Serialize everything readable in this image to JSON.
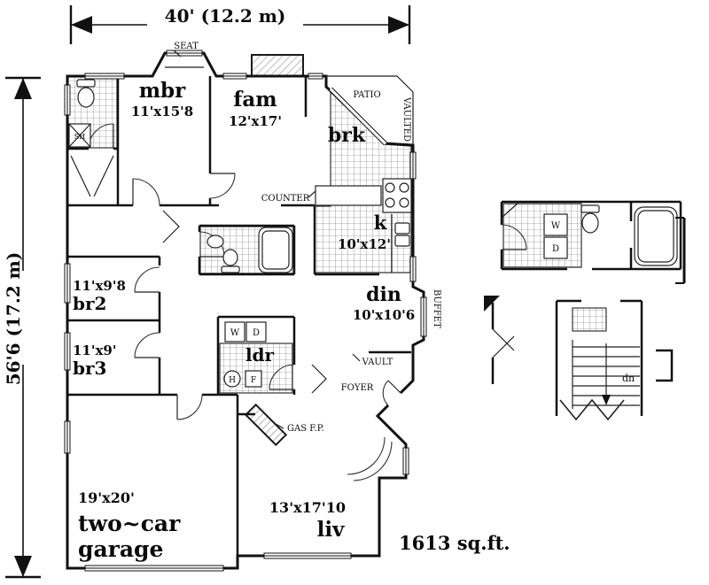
{
  "plan": {
    "dim_width": "40' (12.2 m)",
    "dim_height": "56'6 (17.2 m)",
    "total_area": "1613 sq.ft."
  },
  "rooms": {
    "mbr": {
      "name": "mbr",
      "size": "11'x15'8"
    },
    "fam": {
      "name": "fam",
      "size": "12'x17'"
    },
    "brk": {
      "name": "brk"
    },
    "kitchen": {
      "name": "k",
      "size": "10'x12'"
    },
    "din": {
      "name": "din",
      "size": "10'x10'6"
    },
    "br2": {
      "name": "br2",
      "size": "11'x9'8"
    },
    "br3": {
      "name": "br3",
      "size": "11'x9'"
    },
    "ldr": {
      "name": "ldr"
    },
    "garage": {
      "line1": "two~car",
      "line2": "garage",
      "size": "19'x20'"
    },
    "liv": {
      "name": "liv",
      "size": "13'x17'10"
    }
  },
  "annotations": {
    "seat": "SEAT",
    "patio": "PATIO",
    "vaulted": "VAULTED",
    "counter": "COUNTER",
    "buffet": "BUFFET",
    "vault": "VAULT",
    "foyer": "FOYER",
    "gas_fp": "GAS F.P.",
    "shower": "SH",
    "washer": "W",
    "dryer": "D",
    "water_heater": "H",
    "furnace": "F",
    "down": "dn"
  },
  "colors": {
    "ink": "#111111",
    "paper": "#ffffff"
  }
}
